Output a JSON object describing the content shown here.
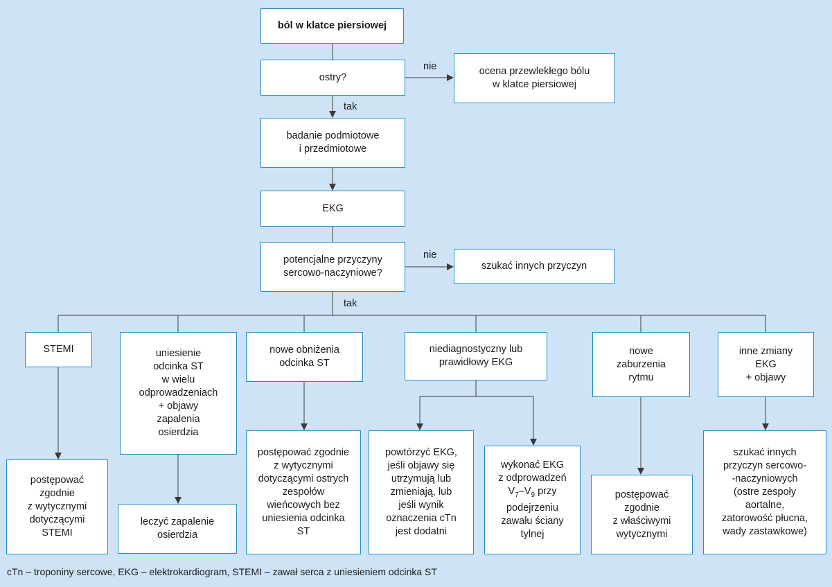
{
  "nodes": {
    "start": "ból w klatce piersiowej",
    "acute": "ostry?",
    "chronic": "ocena przewlekłego bólu\nw klatce piersiowej",
    "history": "badanie podmiotowe\ni przedmiotowe",
    "ekg": "EKG",
    "cv_causes": "potencjalne przyczyny\nsercowo-naczyniowe?",
    "other_causes": "szukać innych przyczyn",
    "stemi": "STEMI",
    "st_elev": "uniesienie\nodcinka ST\nw wielu\nodprowadzeniach\n+ objawy\nzapalenia\nosierdzia",
    "st_dep": "nowe obniżenia\nodcinka ST",
    "nondiag": "niediagnostyczny lub\nprawidłowy EKG",
    "rhythm": "nowe\nzaburzenia\nrytmu",
    "other_ekg": "inne zmiany\nEKG\n+ objawy",
    "stemi_guide": "postępować\nzgodnie\nz wytycznymi\ndotyczącymi\nSTEMI",
    "pericarditis": "leczyć zapalenie\nosierdzia",
    "nste_guide": "postępować zgodnie\nz wytycznymi\ndotyczącymi ostrych\nzespołów\nwieńcowych bez\nuniesienia odcinka\nST",
    "repeat_ekg": "powtórzyć EKG,\njeśli objawy się\nutrzymują lub\nzmieniają, lub\njeśli wynik\noznaczenia cTn\njest dodatni",
    "posterior_ekg_pre": "wykonać EKG\nz odprowadzeń",
    "posterior_ekg_v1": "V",
    "posterior_ekg_s1": "7",
    "posterior_ekg_dash": "–V",
    "posterior_ekg_s2": "9",
    "posterior_ekg_mid": " przy",
    "posterior_ekg_post": "podejrzeniu\nzawału ściany\ntylnej",
    "rhythm_guide": "postępować\nzgodnie\nz właściwymi\nwytycznymi",
    "other_cv": "szukać innych\nprzyczyn sercowo-\n-naczyniowych\n(ostre zespoły\naortalne,\nzatorowość płucna,\nwady zastawkowe)"
  },
  "labels": {
    "no_1": "nie",
    "yes_1": "tak",
    "no_2": "nie",
    "yes_2": "tak"
  },
  "footnote": "cTn – troponiny sercowe, EKG – elektrokardiogram, STEMI – zawał serca z uniesieniem odcinka ST"
}
